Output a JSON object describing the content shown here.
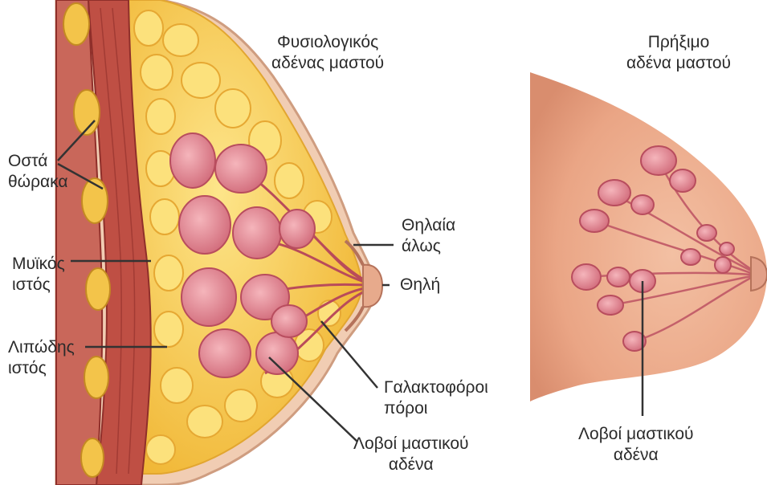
{
  "left_panel": {
    "title_line1": "Φυσιολογικός",
    "title_line2": "αδένας μαστού",
    "labels": {
      "ribs_line1": "Οστά",
      "ribs_line2": "θώρακα",
      "muscle_line1": "Μυϊκός",
      "muscle_line2": "ιστός",
      "fat_line1": "Λιπώδης",
      "fat_line2": "ιστός",
      "areola_line1": "Θηλαία",
      "areola_line2": "άλως",
      "nipple": "Θηλή",
      "ducts_line1": "Γαλακτοφόροι",
      "ducts_line2": "πόροι",
      "lobes_line1": "Λοβοί μαστικού",
      "lobes_line2": "αδένα"
    }
  },
  "right_panel": {
    "title_line1": "Πρήξιμο",
    "title_line2": "αδένα μαστού",
    "lobes_line1": "Λοβοί μαστικού",
    "lobes_line2": "αδένα"
  },
  "colors": {
    "skin": "#efc4a6",
    "skin_shadow": "#e2a985",
    "muscle": "#b9473f",
    "muscle_dark": "#8f2f2a",
    "fat": "#f3c23a",
    "fat_light": "#fbe07a",
    "gland": "#e9929b",
    "gland_dark": "#c95a67",
    "rib": "#f2b941",
    "text": "#2b2b2b"
  }
}
